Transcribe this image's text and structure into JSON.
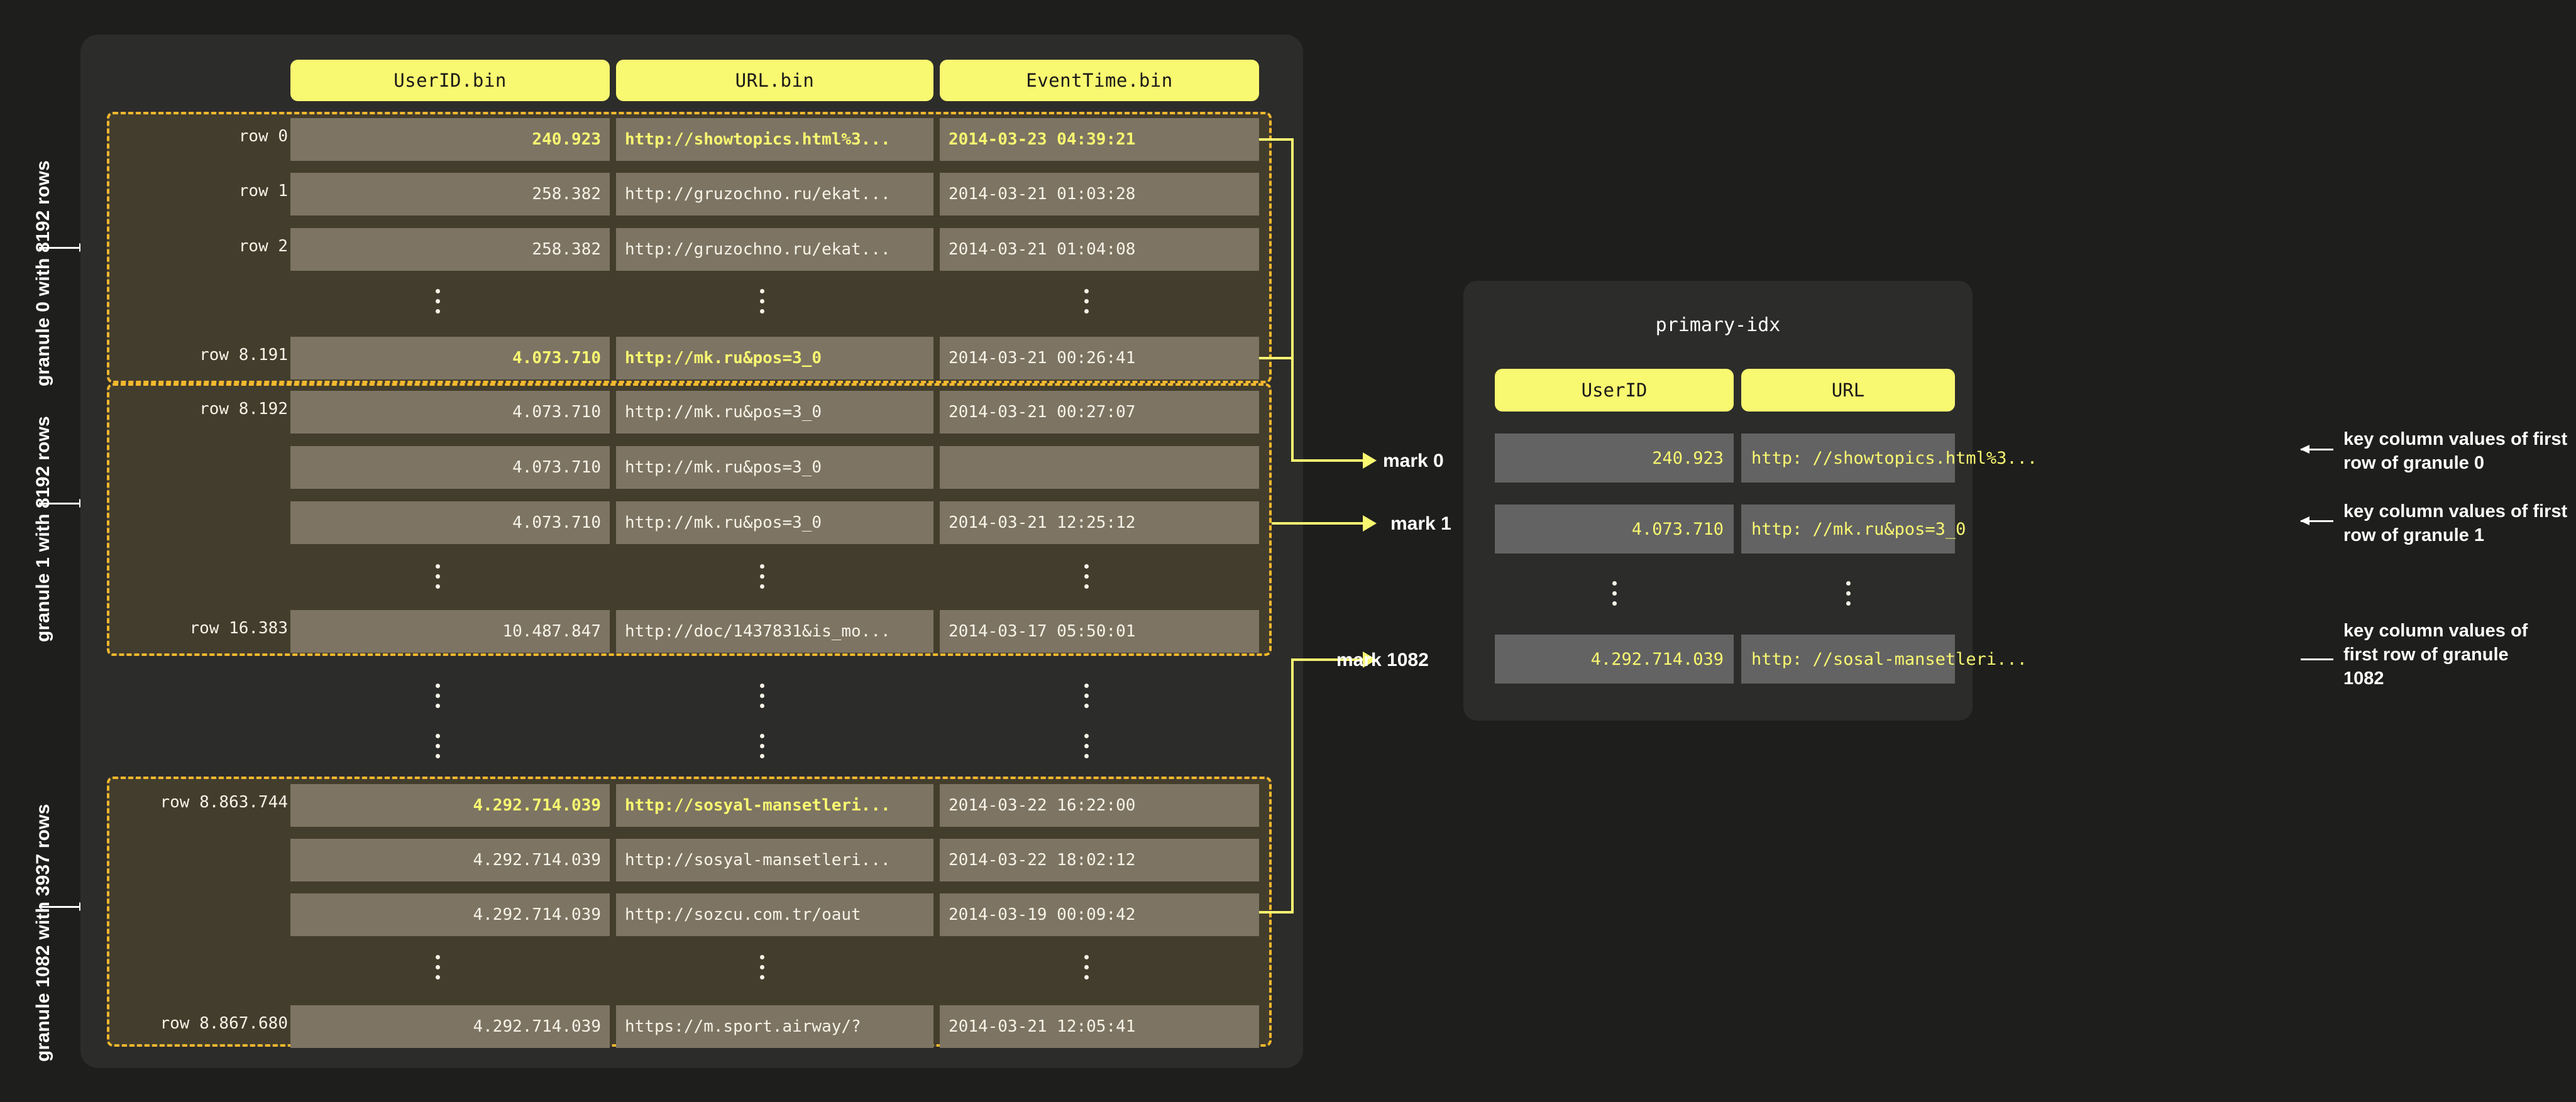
{
  "left_labels": [
    {
      "text": "granule 0 with 8192 rows"
    },
    {
      "text": "granule 1 with 8192 rows"
    },
    {
      "text": "granule 1082 with 3937 rows"
    }
  ],
  "data_panel": {
    "columns": [
      {
        "label": "UserID.bin"
      },
      {
        "label": "URL.bin"
      },
      {
        "label": "EventTime.bin"
      }
    ],
    "granules": [
      {
        "name": "granule-0",
        "rows": [
          {
            "row_label": "row 0",
            "UserID": "240.923",
            "URL": "http://showtopics.html%3...",
            "EventTime": "2014-03-23 04:39:21",
            "highlight": true
          },
          {
            "row_label": "row 1",
            "UserID": "258.382",
            "URL": "http://gruzochno.ru/ekat...",
            "EventTime": "2014-03-21 01:03:28",
            "highlight": false
          },
          {
            "row_label": "row 2",
            "UserID": "258.382",
            "URL": "http://gruzochno.ru/ekat...",
            "EventTime": "2014-03-21 01:04:08",
            "highlight": false
          },
          {
            "row_label": "",
            "UserID": "⋮",
            "URL": "⋮",
            "EventTime": "⋮",
            "ellipsis": true
          },
          {
            "row_label": "row 8.191",
            "UserID": "4.073.710",
            "URL": "http://mk.ru&pos=3_0",
            "EventTime": "2014-03-21 00:26:41",
            "highlight": true
          }
        ]
      },
      {
        "name": "granule-1",
        "rows": [
          {
            "row_label": "row 8.192",
            "UserID": "4.073.710",
            "URL": "http://mk.ru&pos=3_0",
            "EventTime": "2014-03-21 00:27:07",
            "highlight": false
          },
          {
            "row_label": "",
            "UserID": "4.073.710",
            "URL": "http://mk.ru&pos=3_0",
            "EventTime": "",
            "highlight": false
          },
          {
            "row_label": "",
            "UserID": "4.073.710",
            "URL": "http://mk.ru&pos=3_0",
            "EventTime": "2014-03-21 12:25:12",
            "highlight": false
          },
          {
            "row_label": "",
            "UserID": "⋮",
            "URL": "⋮",
            "EventTime": "⋮",
            "ellipsis": true
          },
          {
            "row_label": "row 16.383",
            "UserID": "10.487.847",
            "URL": "http://doc/1437831&is_mo...",
            "EventTime": "2014-03-17 05:50:01",
            "highlight": false
          }
        ]
      },
      {
        "name": "granule-1082",
        "rows": [
          {
            "row_label": "row 8.863.744",
            "UserID": "4.292.714.039",
            "URL": "http://sosyal-mansetleri...",
            "EventTime": "2014-03-22 16:22:00",
            "highlight": true
          },
          {
            "row_label": "",
            "UserID": "4.292.714.039",
            "URL": "http://sosyal-mansetleri...",
            "EventTime": "2014-03-22 18:02:12",
            "highlight": false
          },
          {
            "row_label": "",
            "UserID": "4.292.714.039",
            "URL": "http://sozcu.com.tr/oaut",
            "EventTime": "2014-03-19 00:09:42",
            "highlight": false
          },
          {
            "row_label": "",
            "UserID": "⋮",
            "URL": "⋮",
            "EventTime": "⋮",
            "ellipsis": true
          },
          {
            "row_label": "row 8.867.680",
            "UserID": "4.292.714.039",
            "URL": "https://m.sport.airway/?",
            "EventTime": "2014-03-21 12:05:41",
            "highlight": false
          }
        ]
      }
    ],
    "between_gap_dots": [
      "⋮",
      "⋮"
    ]
  },
  "marks": [
    {
      "label": "mark 0"
    },
    {
      "label": "mark 1"
    },
    {
      "label": "mark 1082"
    }
  ],
  "primary_index": {
    "title": "primary-idx",
    "columns": [
      {
        "label": "UserID"
      },
      {
        "label": "URL"
      }
    ],
    "rows": [
      {
        "UserID": "240.923",
        "URL": "http: //showtopics.html%3..."
      },
      {
        "UserID": "4.073.710",
        "URL": "http: //mk.ru&pos=3_0"
      },
      {
        "UserID": "⋮",
        "URL": "⋮",
        "ellipsis": true
      },
      {
        "UserID": "4.292.714.039",
        "URL": "http: //sosal-mansetleri..."
      }
    ]
  },
  "annotations": [
    {
      "text": "key column values of first row of granule 0"
    },
    {
      "text": "key column values of first row of granule 1"
    },
    {
      "text": "key column values of first row of granule 1082"
    }
  ],
  "colors": {
    "background": "#1e1e1c",
    "panel": "#2c2c2a",
    "accent_yellow": "#f9f871",
    "granule_border": "#f5b82e",
    "cell_fill": "#7d7463",
    "idx_cell_fill": "#636363",
    "text_light": "#f7f3e8"
  }
}
